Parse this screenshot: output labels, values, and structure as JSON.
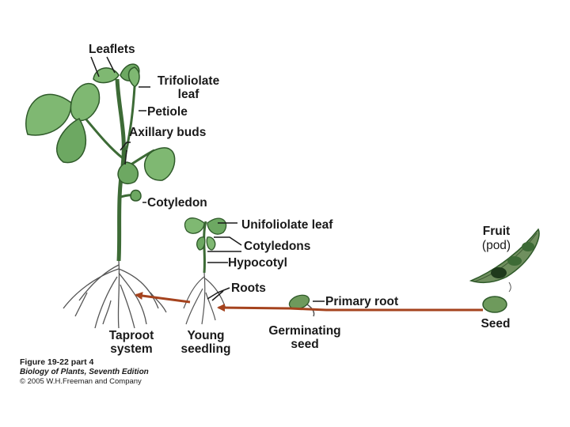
{
  "labels": {
    "leaflets": "Leaflets",
    "trifoliolate_leaf": "Trifoliolate leaf",
    "petiole": "Petiole",
    "axillary_buds": "Axillary buds",
    "cotyledon": "Cotyledon",
    "unifoliolate_leaf": "Unifoliolate leaf",
    "cotyledons": "Cotyledons",
    "hypocotyl": "Hypocotyl",
    "roots": "Roots",
    "primary_root": "Primary root",
    "fruit": "Fruit",
    "pod": "(pod)",
    "seed": "Seed",
    "germinating_seed": "Germinating seed",
    "young_seedling": "Young seedling",
    "taproot_system": "Taproot system"
  },
  "caption": {
    "figure": "Figure 19-22 part 4",
    "book": "Biology of Plants, Seventh Edition",
    "copyright": "© 2005 W.H.Freeman and Company"
  },
  "colors": {
    "arrow": "#a5431e",
    "leaf_fill": "#7fb872",
    "leaf_dark": "#2f5a2a",
    "stem": "#3d6b36",
    "pod": "#6f8f5e",
    "root": "#555555",
    "seed": "#6e9a5c"
  }
}
